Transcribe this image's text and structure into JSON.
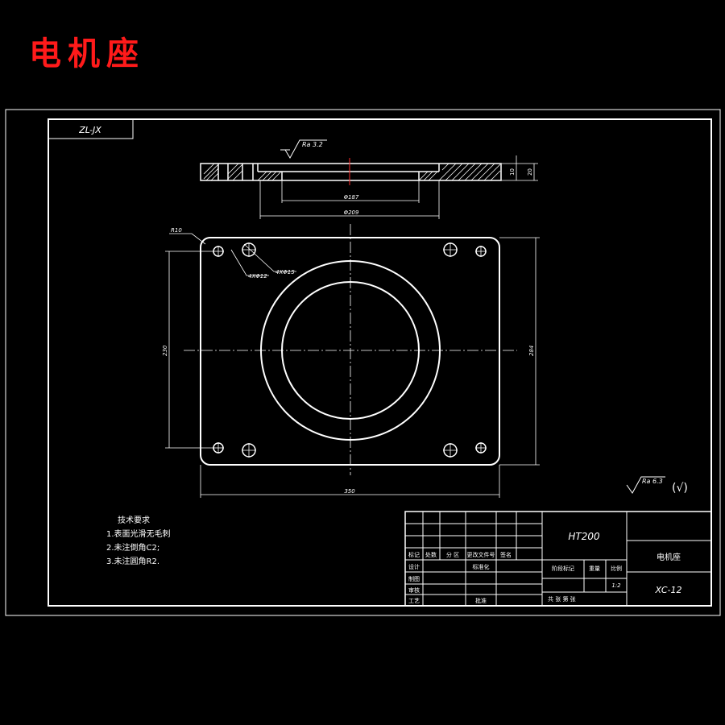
{
  "heading": "电机座",
  "code_box": "ZL-JX",
  "dims": {
    "ra_top": "Ra 3.2",
    "thickness_1": "10",
    "thickness_2": "20",
    "dia_inner": "Φ187",
    "dia_outer": "Φ209",
    "radius": "R10",
    "holes_small": "4XΦ12",
    "holes_large": "4XΦ15",
    "height_inner": "230",
    "height_outer": "284",
    "width": "350"
  },
  "roughness_note": {
    "value": "Ra 6.3",
    "symbol": "(√)"
  },
  "tech_req": {
    "title": "技术要求",
    "items": [
      "1.表面光滑无毛刺",
      "2.未注倒角C2;",
      "3.未注圆角R2."
    ]
  },
  "title_block": {
    "material": "HT200",
    "part_name": "电机座",
    "drawing_no": "XC-12",
    "scale": "1:2",
    "labels": {
      "mark": "标记",
      "count": "处数",
      "zone": "分 区",
      "change_doc": "更改文件号",
      "signature": "签名",
      "design": "设计",
      "standardize": "标准化",
      "draft": "制图",
      "review": "审核",
      "process": "工艺",
      "approve": "批准",
      "stage_mark": "阶段标记",
      "weight": "重量",
      "scale_label": "比例",
      "sheets": "共  张 第  张"
    }
  }
}
